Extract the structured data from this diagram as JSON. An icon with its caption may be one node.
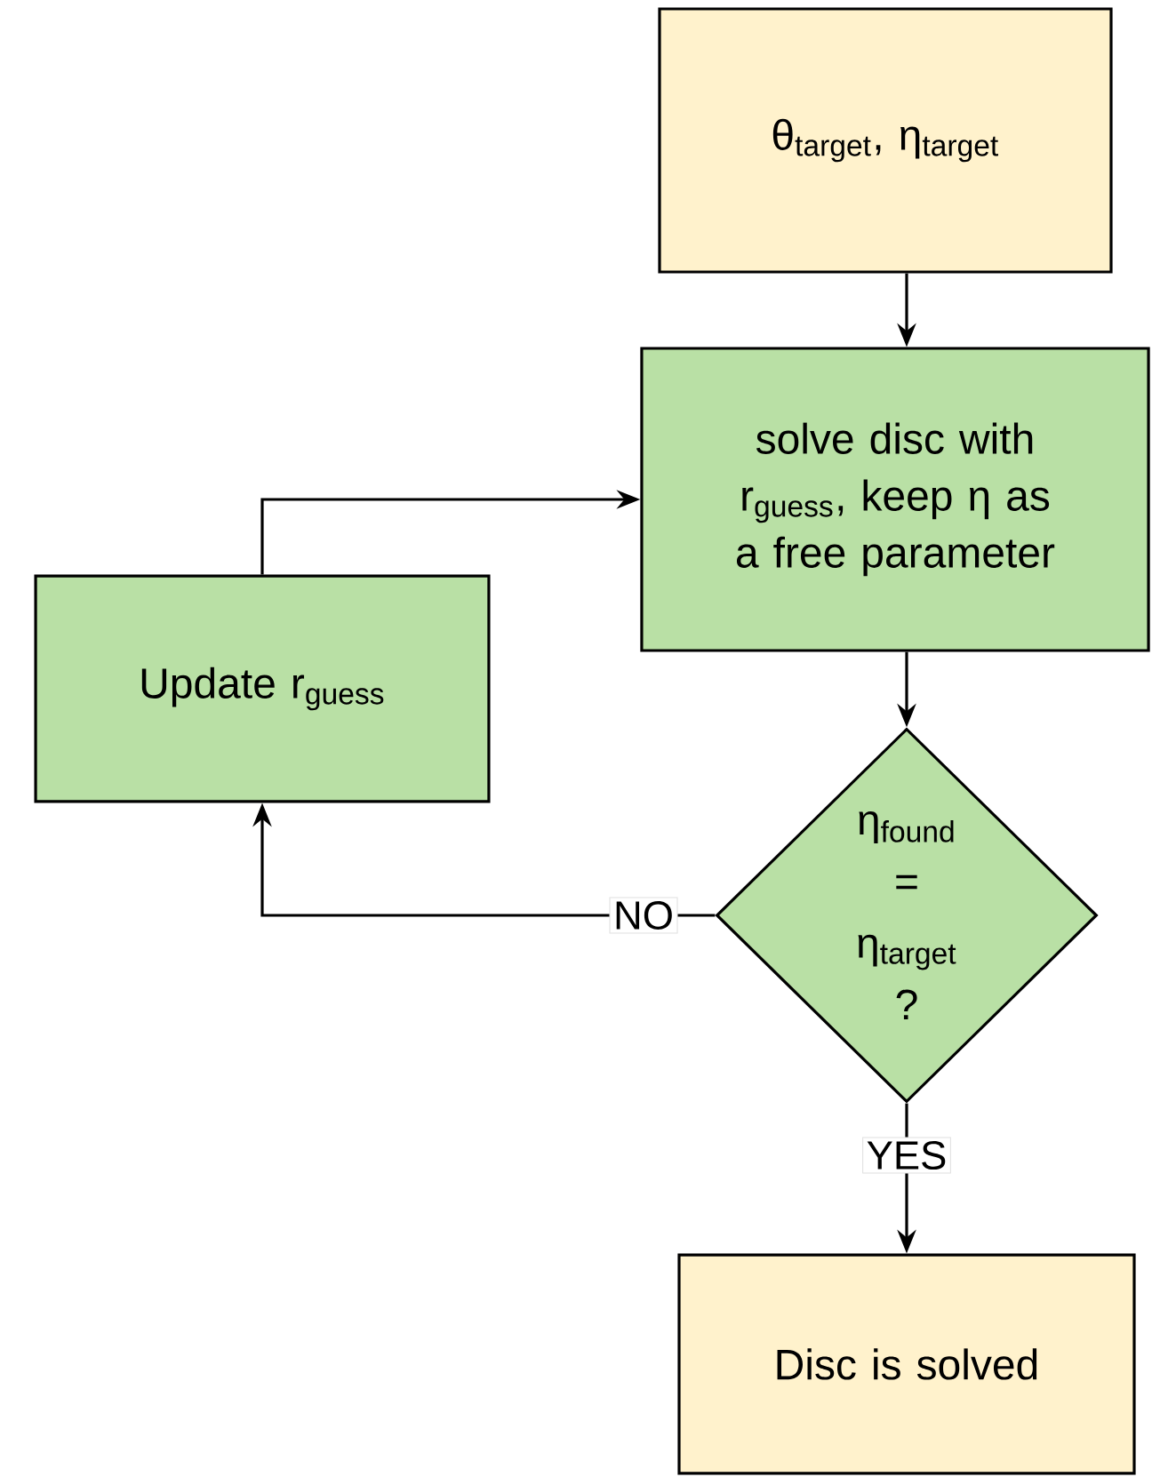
{
  "diagram": {
    "nodes": [
      {
        "text": [
          "θ$_{target}$, η$_{target}$"
        ]
      },
      {
        "text": [
          "solve disc with r$_{guess}$, keep η as a free parameter"
        ]
      },
      {
        "text": [
          "Update r$_{guess}$"
        ]
      },
      {
        "text": [
          "η$_{found}$ = η$_{target}$ ?"
        ]
      },
      {
        "text": [
          "Disc is solved"
        ]
      }
    ],
    "edges": [
      {
        "from": 0,
        "to": 1,
        "arrow": "to"
      },
      {
        "from": 2,
        "to": 1,
        "arrow": "to"
      },
      {
        "from": 1,
        "to": 3,
        "arrow": "to"
      },
      {
        "from": 3,
        "to": 2,
        "arrow": "to",
        "label": "NO"
      },
      {
        "from": 3,
        "to": 4,
        "arrow": "to",
        "label": "YES"
      }
    ]
  }
}
